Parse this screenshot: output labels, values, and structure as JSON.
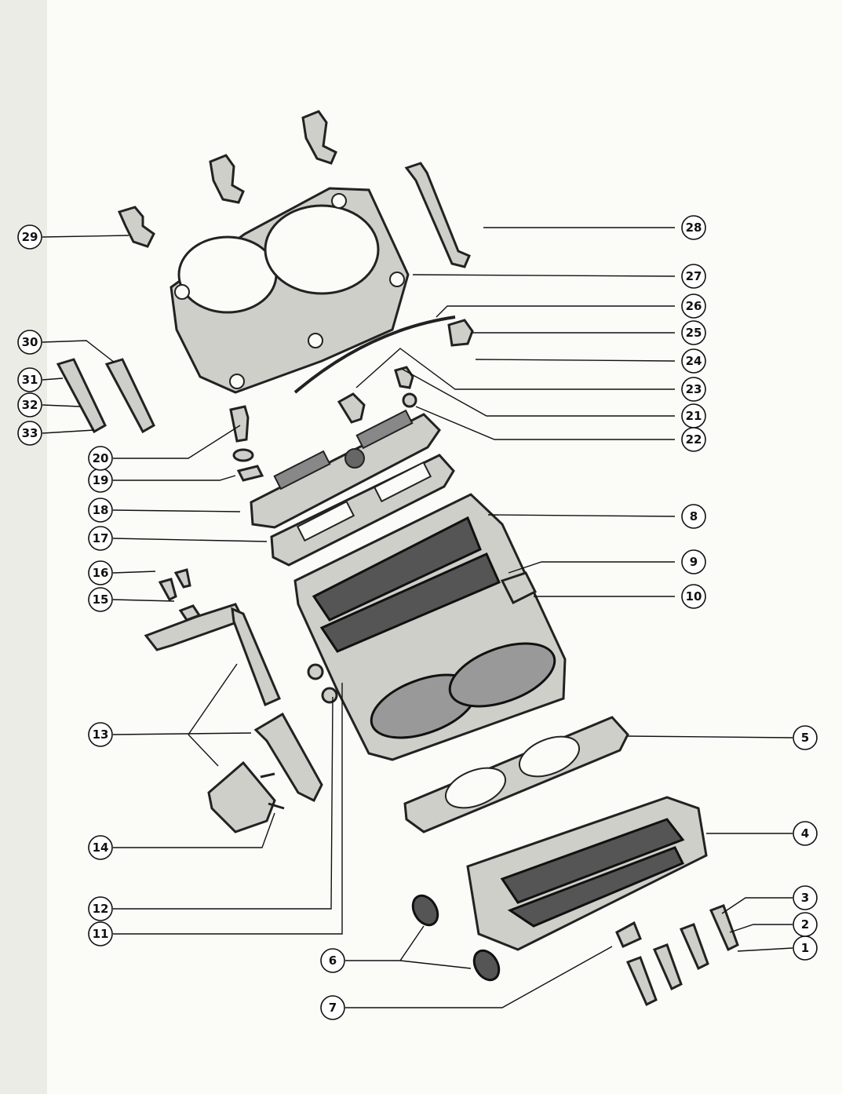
{
  "callouts": [
    "1",
    "2",
    "3",
    "4",
    "5",
    "6",
    "7",
    "8",
    "9",
    "10",
    "11",
    "12",
    "13",
    "14",
    "15",
    "16",
    "17",
    "18",
    "19",
    "20",
    "21",
    "22",
    "23",
    "24",
    "25",
    "26",
    "27",
    "28",
    "29",
    "30",
    "31",
    "32",
    "33"
  ]
}
